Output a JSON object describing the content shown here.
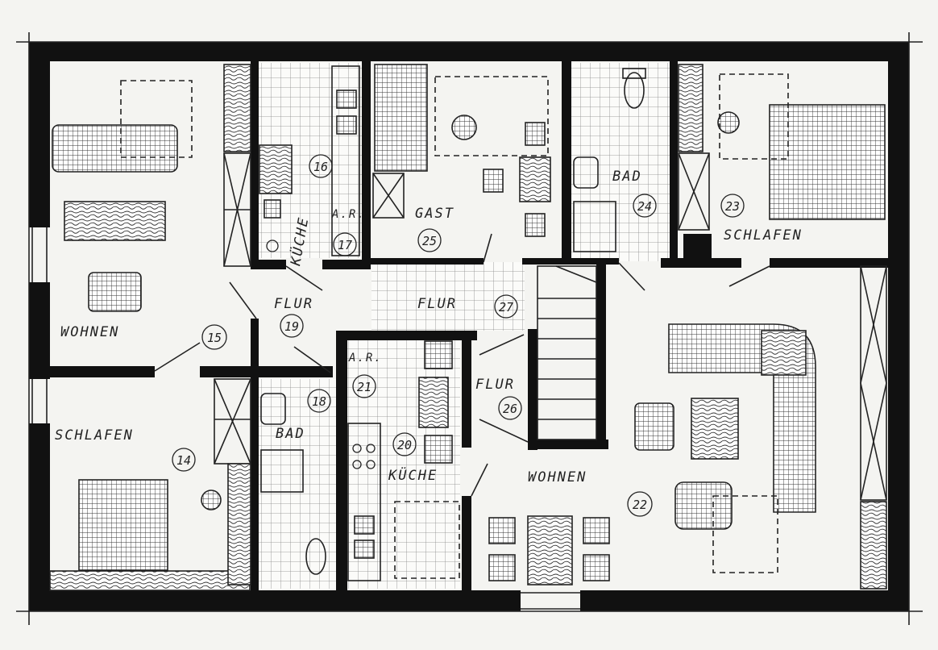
{
  "rooms": [
    {
      "key": "wohnen_15",
      "label": "WOHNEN",
      "number": "15"
    },
    {
      "key": "kueche_16",
      "label": "KÜCHE",
      "number": "16"
    },
    {
      "key": "ar_17",
      "label": "A.R.",
      "number": "17"
    },
    {
      "key": "gast_25",
      "label": "GAST",
      "number": "25"
    },
    {
      "key": "bad_24",
      "label": "BAD",
      "number": "24"
    },
    {
      "key": "schlafen_23",
      "label": "SCHLAFEN",
      "number": "23"
    },
    {
      "key": "flur_19",
      "label": "FLUR",
      "number": "19"
    },
    {
      "key": "flur_27",
      "label": "FLUR",
      "number": "27"
    },
    {
      "key": "schlafen_14",
      "label": "SCHLAFEN",
      "number": "14"
    },
    {
      "key": "bad_18",
      "label": "BAD",
      "number": "18"
    },
    {
      "key": "ar_21",
      "label": "A.R.",
      "number": "21"
    },
    {
      "key": "kueche_20",
      "label": "KÜCHE",
      "number": "20"
    },
    {
      "key": "flur_26",
      "label": "FLUR",
      "number": "26"
    },
    {
      "key": "wohnen_22",
      "label": "WOHNEN",
      "number": "22"
    }
  ]
}
